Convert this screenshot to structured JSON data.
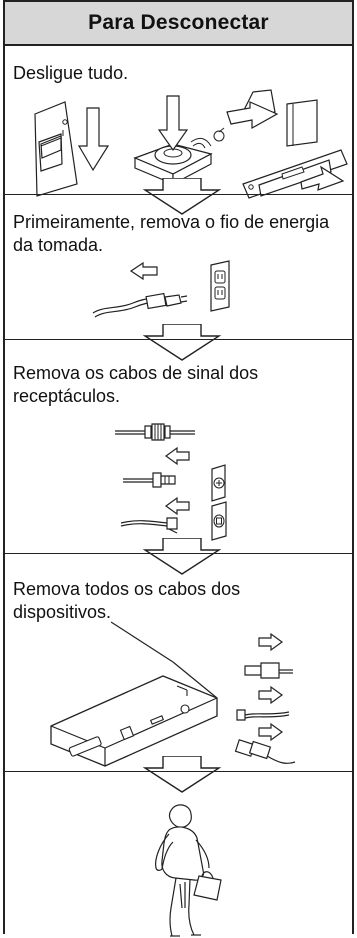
{
  "header": {
    "title": "Para Desconectar"
  },
  "steps": [
    {
      "text": "Desligue tudo."
    },
    {
      "text": "Primeiramente, remova o fio de energia da tomada."
    },
    {
      "text": "Remova os cabos de sinal dos receptáculos."
    },
    {
      "text": "Remova todos os cabos dos dispositivos."
    }
  ]
}
